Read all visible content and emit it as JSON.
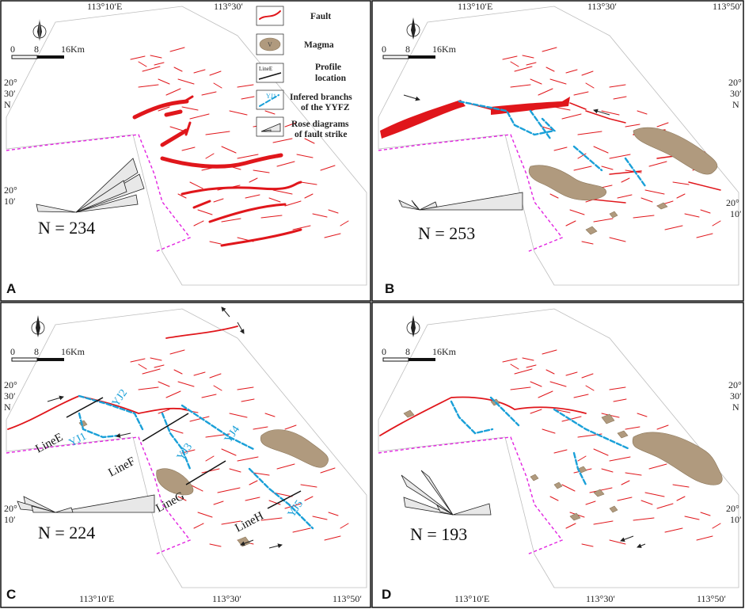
{
  "panels": [
    {
      "id": "A",
      "label": "A",
      "n": "N = 234"
    },
    {
      "id": "B",
      "label": "B",
      "n": "N = 253"
    },
    {
      "id": "C",
      "label": "C",
      "n": "N = 224"
    },
    {
      "id": "D",
      "label": "D",
      "n": "N = 193"
    }
  ],
  "coords": {
    "lon1": "113°10′E",
    "lon2": "113°30′",
    "lon3": "113°50′",
    "lat1_deg": "20°",
    "lat1_min": "30′",
    "lat1_n": "N",
    "lat2_deg": "20°",
    "lat2_min": "10′"
  },
  "scalebar": {
    "t0": "0",
    "t1": "8",
    "t2": "16Km"
  },
  "legend": {
    "fault": "Fault",
    "magma": "Magma",
    "magma_symbol": "V",
    "profile_l1": "Profile",
    "profile_l2": "location",
    "profile_sample": "LineE",
    "branches_l1": "Infered branchs",
    "branches_l2": "of the YYFZ",
    "branches_sample": "YJ1",
    "rose_l1": "Rose diagrams",
    "rose_l2": "of fault strike"
  },
  "branches": [
    "YJ1",
    "YJ2",
    "YJ3",
    "YJ4",
    "YJ5"
  ],
  "profiles": [
    "LineE",
    "LineF",
    "LineG",
    "LineH"
  ],
  "colors": {
    "fault": "#e0161b",
    "magma": "#b09a7e",
    "branch": "#1aa0d8",
    "boundary": "#e224e0"
  }
}
